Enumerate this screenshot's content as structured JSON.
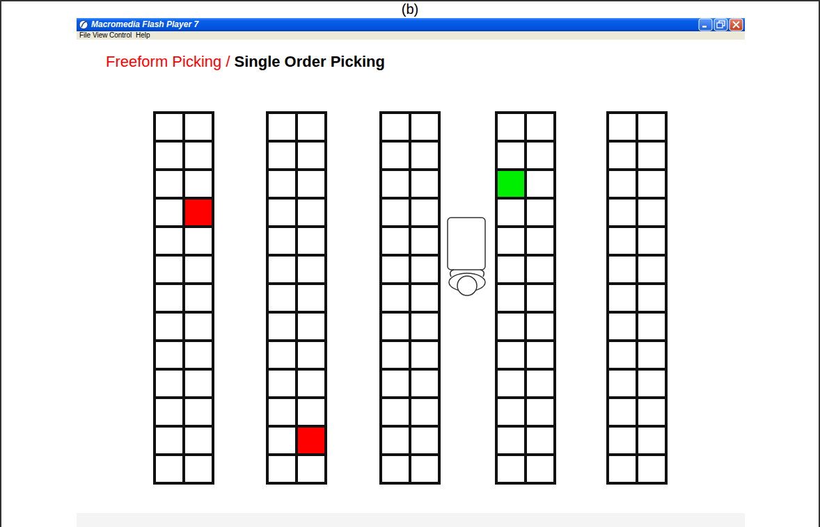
{
  "diagram": {
    "labels": [
      "(b)",
      "Macromedia Flash Player 7",
      "File",
      "View",
      "Control",
      "Help",
      "Freeform Picking /",
      "Single Order Picking"
    ]
  }
}
